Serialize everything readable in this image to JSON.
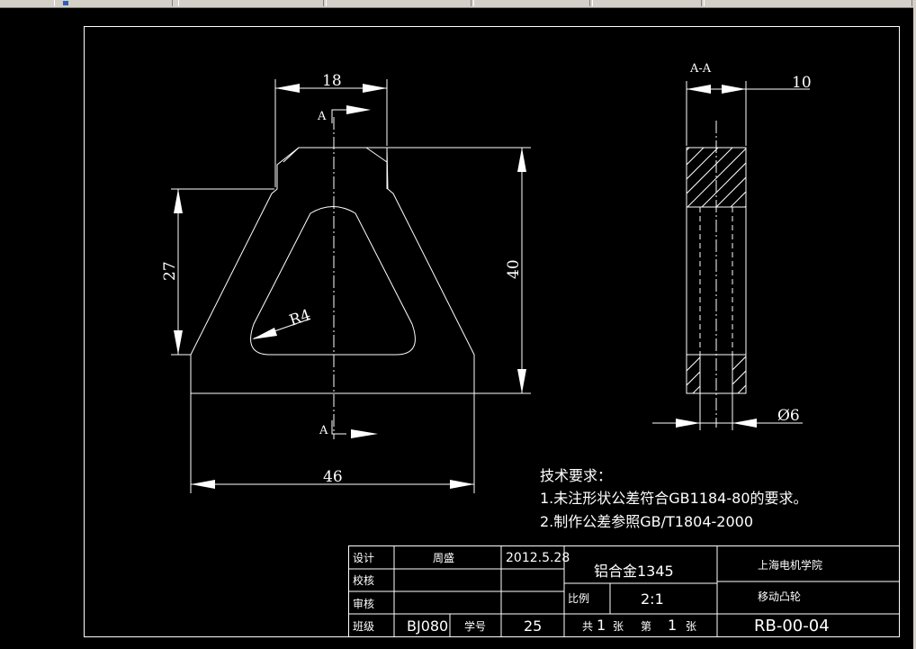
{
  "section": {
    "label": "A-A",
    "cut_top": "A",
    "cut_bottom": "A"
  },
  "dimensions": {
    "top_width": "18",
    "left_height": "27",
    "right_height": "40",
    "bottom_width": "46",
    "radius": "R4",
    "thickness": "10",
    "hole_dia": "Ø6"
  },
  "notes": {
    "title": "技术要求：",
    "item1": "1.未注形状公差符合GB1184-80的要求。",
    "item2": "2.制作公差参照GB/T1804-2000"
  },
  "title_block": {
    "design_label": "设计",
    "designer": "周盛",
    "date": "2012.5.28",
    "check_label": "校核",
    "review_label": "审核",
    "class_label": "班级",
    "class_value": "BJ080",
    "seq_label": "学号",
    "seq_value": "25",
    "material": "铝合金1345",
    "scale_label": "比例",
    "scale_value": "2:1",
    "total_label": "共",
    "total_value": "1",
    "sheet_unit1": "张",
    "sheet_label": "第",
    "sheet_value": "1",
    "sheet_unit2": "张",
    "school": "上海电机学院",
    "part_name": "移动凸轮",
    "drawing_no": "RB-00-04"
  },
  "colors": {
    "background": "#000000",
    "lines": "#ffffff"
  }
}
